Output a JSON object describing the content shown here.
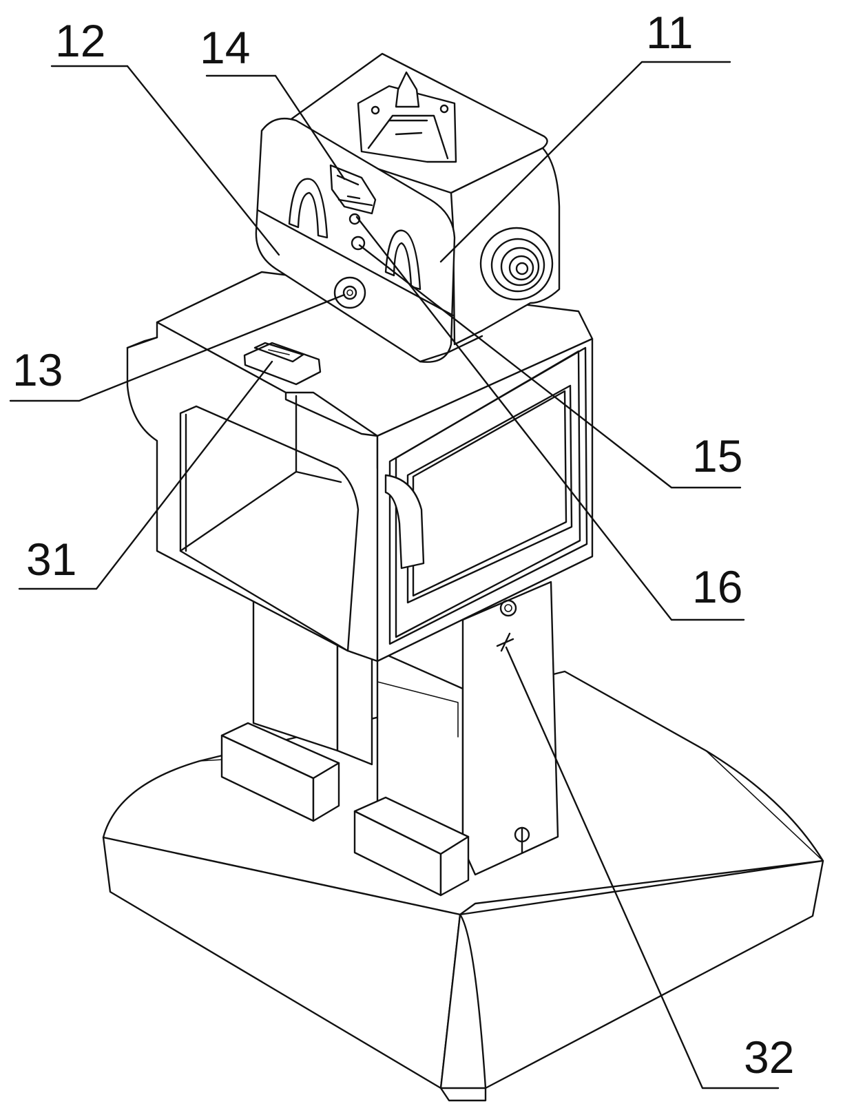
{
  "figure": {
    "labels": [
      {
        "id": "11",
        "text": "11"
      },
      {
        "id": "12",
        "text": "12"
      },
      {
        "id": "13",
        "text": "13"
      },
      {
        "id": "14",
        "text": "14"
      },
      {
        "id": "15",
        "text": "15"
      },
      {
        "id": "16",
        "text": "16"
      },
      {
        "id": "31",
        "text": "31"
      },
      {
        "id": "32",
        "text": "32"
      }
    ]
  }
}
